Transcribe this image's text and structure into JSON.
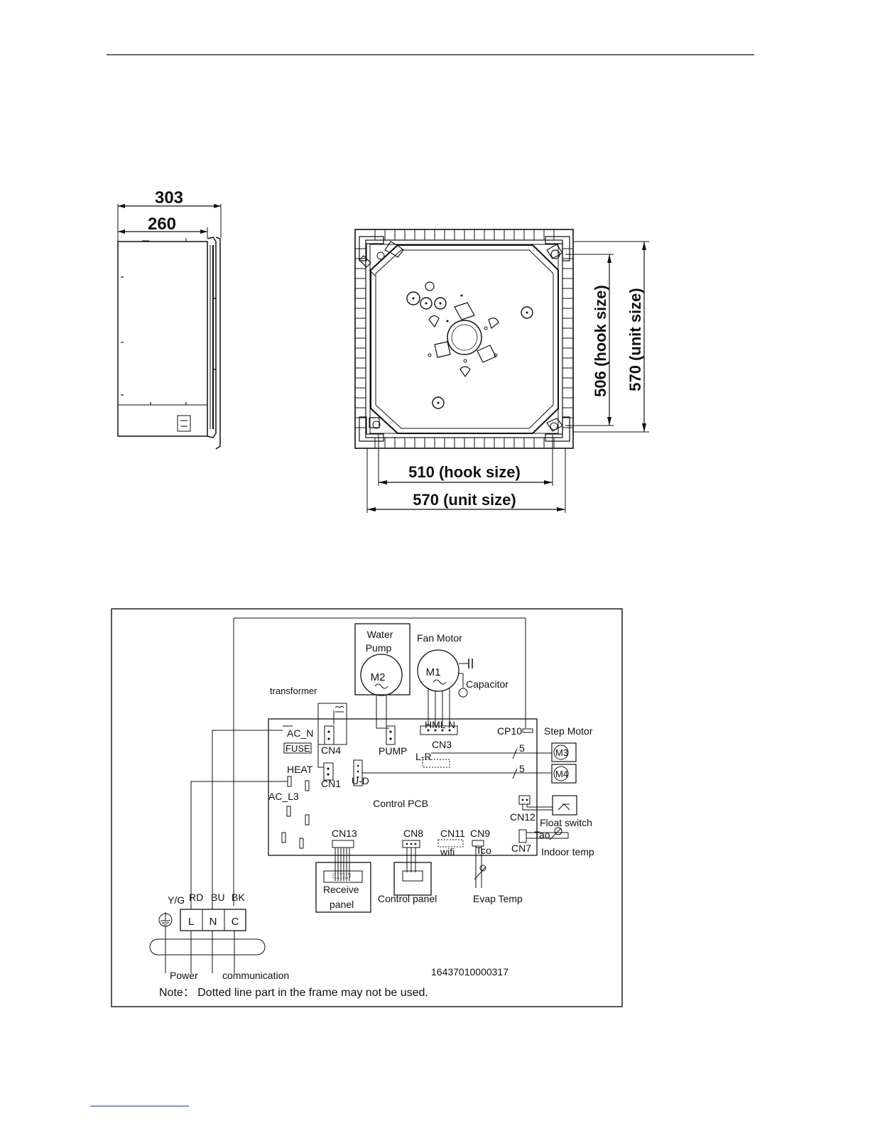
{
  "dimensions": {
    "side_overall": "303",
    "side_body": "260",
    "bottom_hook": "510 (hook size)",
    "bottom_unit": "570 (unit size)",
    "right_hook": "506 (hook size)",
    "right_unit": "570 (unit size)"
  },
  "wiring": {
    "water_pump_line1": "Water",
    "water_pump_line2": "Pump",
    "fan_motor": "Fan Motor",
    "m1": "M1",
    "m2": "M2",
    "capacitor": "Capacitor",
    "transformer": "transformer",
    "ac_n": "AC_N",
    "fuse": "FUSE",
    "cn4": "CN4",
    "pump": "PUMP",
    "hml_n": "HML N",
    "cn3": "CN3",
    "cp10": "CP10",
    "step_motor": "Step Motor",
    "m3": "M3",
    "m4": "M4",
    "five_a": "5",
    "five_b": "5",
    "l_r": "L-R",
    "heat": "HEAT",
    "cn1": "CN1",
    "u_d": "U-D",
    "ac_l3": "AC_L3",
    "control_pcb": "Control PCB",
    "cn12": "CN12",
    "float_switch": "Float switch",
    "tao": "Tao",
    "cn7": "CN7",
    "indoor_temp": "Indoor temp",
    "cn13": "CN13",
    "cn8": "CN8",
    "cn11": "CN11",
    "wifi": "wifi",
    "cn9": "CN9",
    "tco": "Tco",
    "receive_panel_line1": "Receive",
    "receive_panel_line2": "panel",
    "control_panel": "Control panel",
    "evap_temp": "Evap Temp",
    "yg": "Y/G",
    "rd": "RD",
    "bu": "BU",
    "bk": "BK",
    "term_l": "L",
    "term_n": "N",
    "term_c": "C",
    "power": "Power",
    "communication": "communication",
    "code": "16437010000317",
    "note": "Note： Dotted line part in the frame may not be used."
  }
}
